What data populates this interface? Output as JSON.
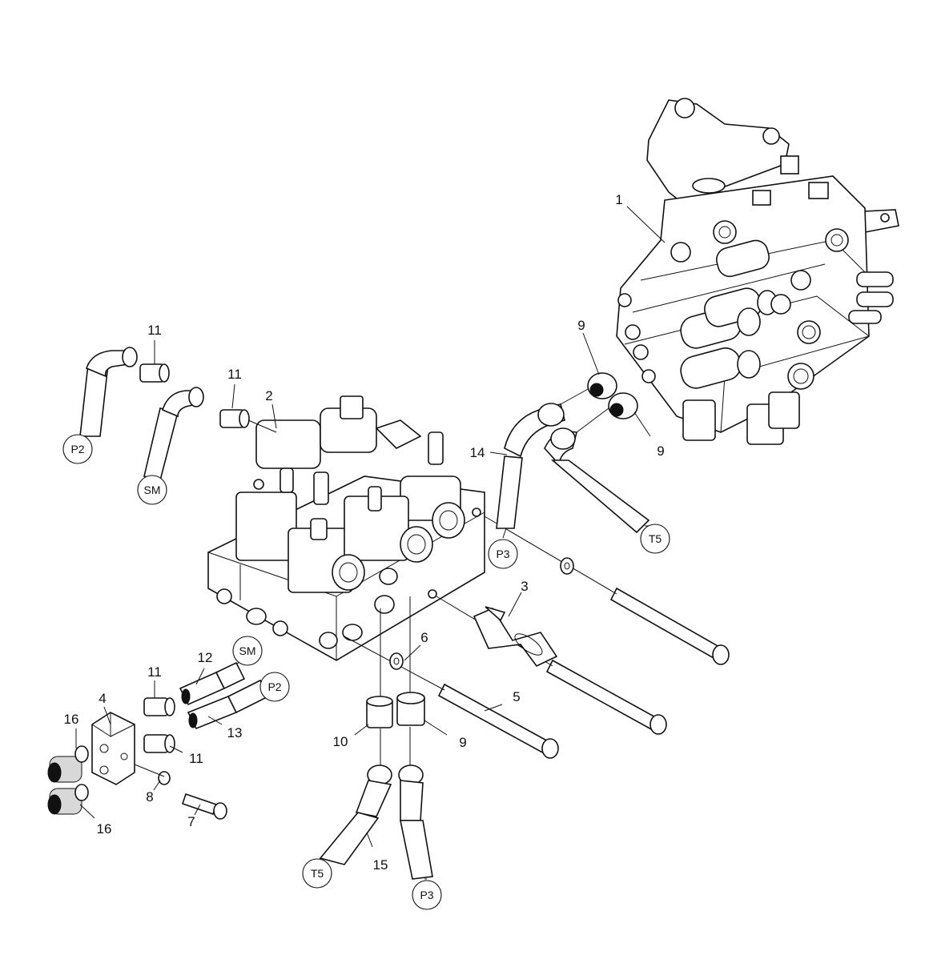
{
  "diagram": {
    "callouts": {
      "c1": "1",
      "c2": "2",
      "c3": "3",
      "c4": "4",
      "c5": "5",
      "c6": "6",
      "c7": "7",
      "c8": "8",
      "c9a": "9",
      "c9b": "9",
      "c9c": "9",
      "c10": "10",
      "c11a": "11",
      "c11b": "11",
      "c11c": "11",
      "c11d": "11",
      "c12": "12",
      "c13": "13",
      "c14": "14",
      "c15": "15",
      "c16a": "16",
      "c16b": "16"
    },
    "port_tags": {
      "p2_upper": "P2",
      "sm_upper": "SM",
      "p3_right": "P3",
      "t5_right": "T5",
      "sm_lower": "SM",
      "p2_lower": "P2",
      "t5_lower": "T5",
      "p3_lower": "P3"
    }
  }
}
